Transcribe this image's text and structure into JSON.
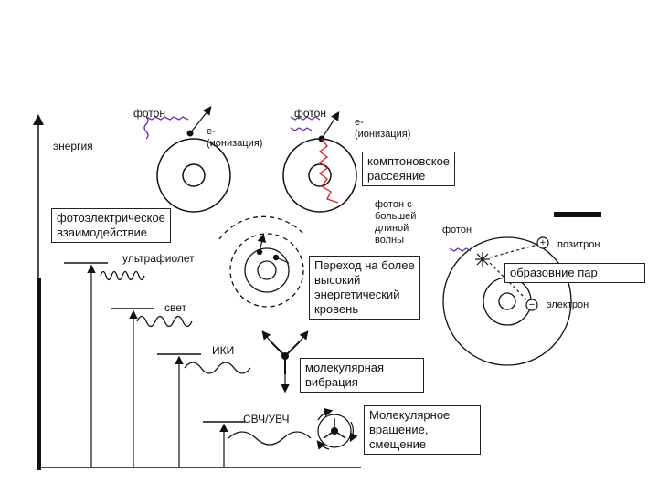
{
  "labels": {
    "energy": "энергия",
    "photon_1": "фотон",
    "photon_2": "фотон",
    "photon_3": "фотон",
    "ionization_1": "е-\n(ионизация)",
    "ionization_2": "е-\n(ионизация)",
    "photon_longer_wave": "фотон с\nбольшей\nдлиной\nволны",
    "positron": "позитрон",
    "electron": "электрон",
    "ultraviolet": "ультрафиолет",
    "light": "свет",
    "infrared": "ИКИ",
    "microwave": "СВЧ/УВЧ"
  },
  "boxes": {
    "compton": "комптоновское\nрассеяние",
    "photoelectric": "фотоэлектрическое\nвзаимодействие",
    "transition": "Переход на более\nвысокий\nэнергетический\nкровень",
    "pair_production": "образовние пар",
    "molecular_vibration": "молекулярная\nвибрация",
    "molecular_rotation": "Молекулярное\nвращение,\nсмещение"
  },
  "symbols": {
    "plus": "+",
    "minus": "−"
  }
}
